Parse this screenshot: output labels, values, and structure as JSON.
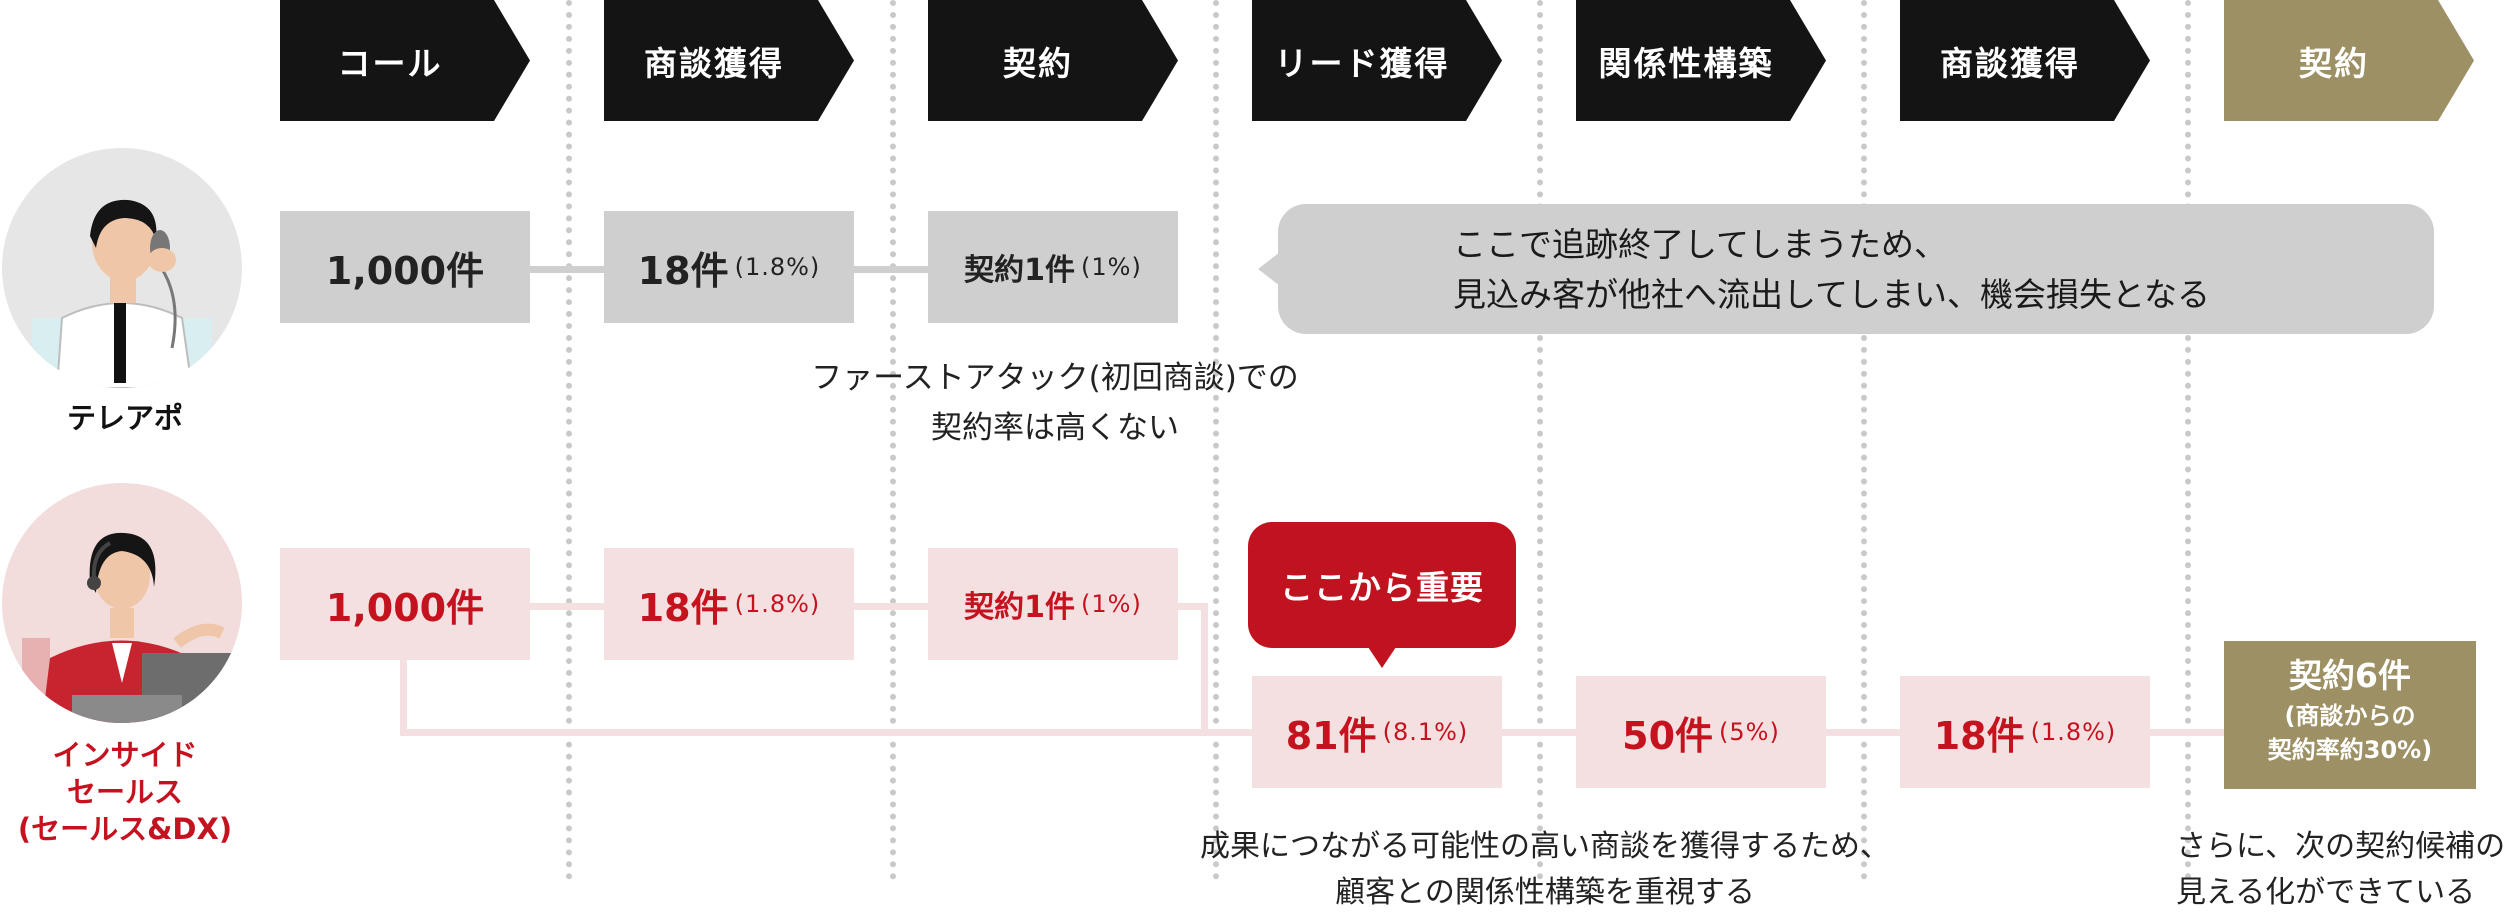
{
  "stages": [
    {
      "label": "コール"
    },
    {
      "label": "商談獲得"
    },
    {
      "label": "契約"
    },
    {
      "label": "リード獲得"
    },
    {
      "label": "関係性構築"
    },
    {
      "label": "商談獲得"
    },
    {
      "label": "契約"
    }
  ],
  "colors": {
    "stage": "#141414",
    "stage_final": "#9c9064",
    "grey_box": "#cfcfcf",
    "pink_box": "#f4e0e0",
    "accent_red": "#c5121f",
    "speech_red": "#c11220"
  },
  "teleapo": {
    "role": "テレアポ",
    "boxes": [
      {
        "num": "1,000件",
        "pct": ""
      },
      {
        "num": "18件",
        "pct": "(1.8%)"
      },
      {
        "num": "契約1件",
        "pct": "(1%)"
      }
    ],
    "callout": {
      "line1": "ここで追跡終了してしまうため、",
      "line2": "見込み客が他社へ流出してしまい、機会損失となる"
    },
    "note": {
      "line1": "ファーストアタック(初回商談)での",
      "line2": "契約率は高くない"
    }
  },
  "inside_sales": {
    "role_line1": "インサイド",
    "role_line2": "セールス",
    "role_line3": "(セールス&DX)",
    "boxes_top": [
      {
        "num": "1,000件",
        "pct": ""
      },
      {
        "num": "18件",
        "pct": "(1.8%)"
      },
      {
        "num": "契約1件",
        "pct": "(1%)"
      }
    ],
    "badge": "ここから重要",
    "boxes_bottom": [
      {
        "num": "81件",
        "pct": "(8.1%)"
      },
      {
        "num": "50件",
        "pct": "(5%)"
      },
      {
        "num": "18件",
        "pct": "(1.8%)"
      }
    ],
    "final": {
      "line1": "契約6件",
      "line2": "(商談からの",
      "line3": "契約率約30%)"
    },
    "note": {
      "line1": "成果につながる可能性の高い商談を獲得するため、",
      "line2": "顧客との関係性構築を重視する"
    },
    "note_right": {
      "line1": "さらに、次の契約候補の",
      "line2": "見える化ができている"
    }
  }
}
